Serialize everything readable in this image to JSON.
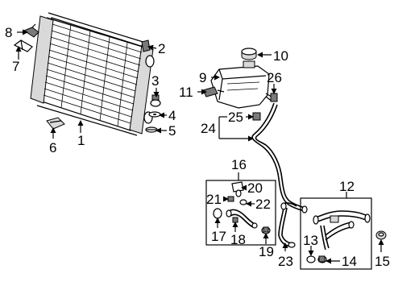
{
  "colors": {
    "line": "#000000",
    "background": "#ffffff",
    "part_shade": "#d9d9d9",
    "part_dark": "#7a7a7a"
  },
  "callouts": {
    "c1": "1",
    "c2": "2",
    "c3": "3",
    "c4": "4",
    "c5": "5",
    "c6": "6",
    "c7": "7",
    "c8": "8",
    "c9": "9",
    "c10": "10",
    "c11": "11",
    "c12": "12",
    "c13": "13",
    "c14": "14",
    "c15": "15",
    "c16": "16",
    "c17": "17",
    "c18": "18",
    "c19": "19",
    "c20": "20",
    "c21": "21",
    "c22": "22",
    "c23": "23",
    "c24": "24",
    "c25": "25",
    "c26": "26"
  }
}
